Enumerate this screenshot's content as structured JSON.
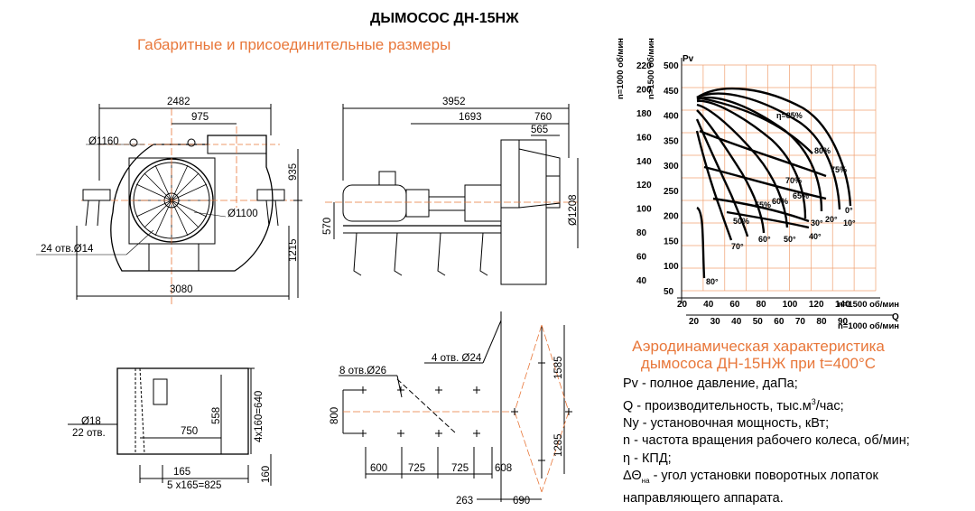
{
  "title": "ДЫМОСОС ДН-15НЖ",
  "subtitle": "Габаритные и присоединительные размеры",
  "colors": {
    "accent": "#e8773a",
    "grid": "#f0a070",
    "line": "#000000"
  },
  "front_view": {
    "dims": [
      "2482",
      "975",
      "Ø1160",
      "Ø1100",
      "24 отв.Ø14",
      "935",
      "1215",
      "3080"
    ]
  },
  "side_view": {
    "dims": [
      "3952",
      "1693",
      "760",
      "565",
      "Ø1208",
      "570"
    ]
  },
  "base_view": {
    "dims": [
      "Ø18",
      "22 отв.",
      "750",
      "558",
      "4х160=640",
      "165",
      "5 х165=825",
      "160"
    ]
  },
  "foundation_view": {
    "dims": [
      "8 отв.Ø26",
      "4 отв. Ø24",
      "1585",
      "800",
      "1285",
      "600",
      "725",
      "725",
      "608",
      "263",
      "690"
    ]
  },
  "chart_data": {
    "type": "line",
    "title": "",
    "ylabel": "Pv",
    "y_axis_left_1": {
      "label": "n=1000 об/мин",
      "ticks": [
        "40",
        "60",
        "80",
        "100",
        "120",
        "140",
        "160",
        "180",
        "200",
        "220"
      ]
    },
    "y_axis_left_2": {
      "label": "n=1500 об/мин",
      "ticks": [
        "50",
        "100",
        "150",
        "200",
        "250",
        "300",
        "350",
        "400",
        "450",
        "500"
      ]
    },
    "x_axis_1500": {
      "label": "n=1500 об/мин",
      "ticks": [
        "20",
        "40",
        "60",
        "80",
        "100",
        "120",
        "140"
      ]
    },
    "x_axis_1000": {
      "label": "n=1000 об/мин",
      "ticks": [
        "20",
        "30",
        "40",
        "50",
        "60",
        "70",
        "80",
        "90"
      ]
    },
    "xlabel": "Q",
    "grid": true,
    "efficiency_labels": [
      "η=85%",
      "80%",
      "75%",
      "70%",
      "65%",
      "60%",
      "55%",
      "50%"
    ],
    "angle_labels": [
      "0°",
      "10°",
      "20°",
      "30°",
      "40°",
      "50°",
      "60°",
      "70°",
      "80°"
    ]
  },
  "aero_title_line1": "Аэродинамическая характеристика",
  "aero_title_line2": "дымососа ДН-15НЖ при t=400°С",
  "legend": {
    "pv": "Pv - полное давление, даПа;",
    "q_prefix": "Q - производительность, тыс.м",
    "q_sup": "3",
    "q_suffix": "/час;",
    "ny": "Nу - установочная мощность, кВт;",
    "n": "n - частота вращения рабочего колеса, об/мин;",
    "eta": "η - КПД;",
    "theta_prefix": "ΔΘ",
    "theta_sub": "на",
    "theta_suffix": " - угол установки поворотных лопаток",
    "theta_line2": "направляющего аппарата."
  }
}
